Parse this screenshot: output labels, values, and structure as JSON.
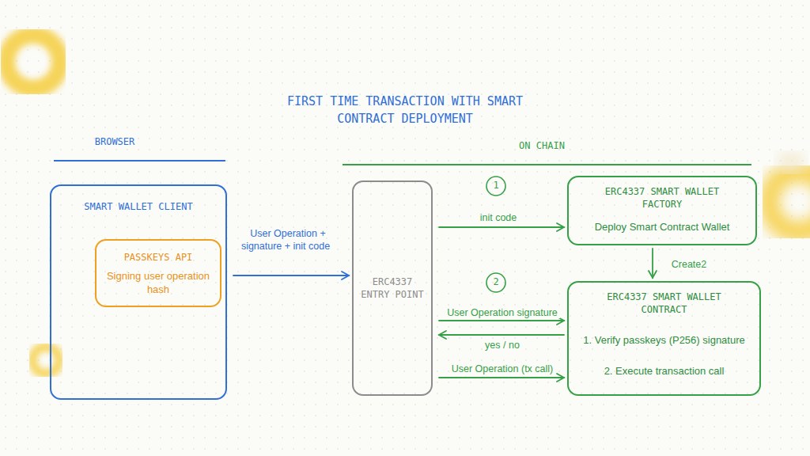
{
  "diagram": {
    "title": "FIRST TIME TRANSACTION WITH SMART CONTRACT DEPLOYMENT",
    "nodes": [
      {
        "text": [
          "SMART WALLET CLIENT"
        ]
      },
      {
        "text": [
          "PASSKEYS API",
          "Signing user operation hash"
        ],
        "in": 0
      },
      {
        "text": [
          "ERC4337 ENTRY POINT"
        ]
      },
      {
        "text": [
          "ERC4337 SMART WALLET FACTORY",
          "Deploy Smart Contract Wallet"
        ]
      },
      {
        "text": [
          "ERC4337 SMART WALLET CONTRACT",
          "1. Verify passkeys (P256) signature",
          "2. Execute transaction call"
        ]
      }
    ],
    "edges": [
      {
        "from": 0,
        "to": 2,
        "label": "User Operation + signature + init code",
        "arrow": "to"
      },
      {
        "from": 2,
        "to": 3,
        "label": "init code",
        "arrow": "to"
      },
      {
        "from": 3,
        "to": 4,
        "label": "Create2",
        "arrow": "to"
      },
      {
        "from": 2,
        "to": 4,
        "label": "User Operation signature",
        "arrow": "to"
      },
      {
        "from": 4,
        "to": 2,
        "label": "yes / no",
        "arrow": "to"
      },
      {
        "from": 2,
        "to": 4,
        "label": "User Operation (tx call)",
        "arrow": "to"
      }
    ],
    "labels": [
      "BROWSER",
      "ON CHAIN",
      "1",
      "2"
    ]
  }
}
